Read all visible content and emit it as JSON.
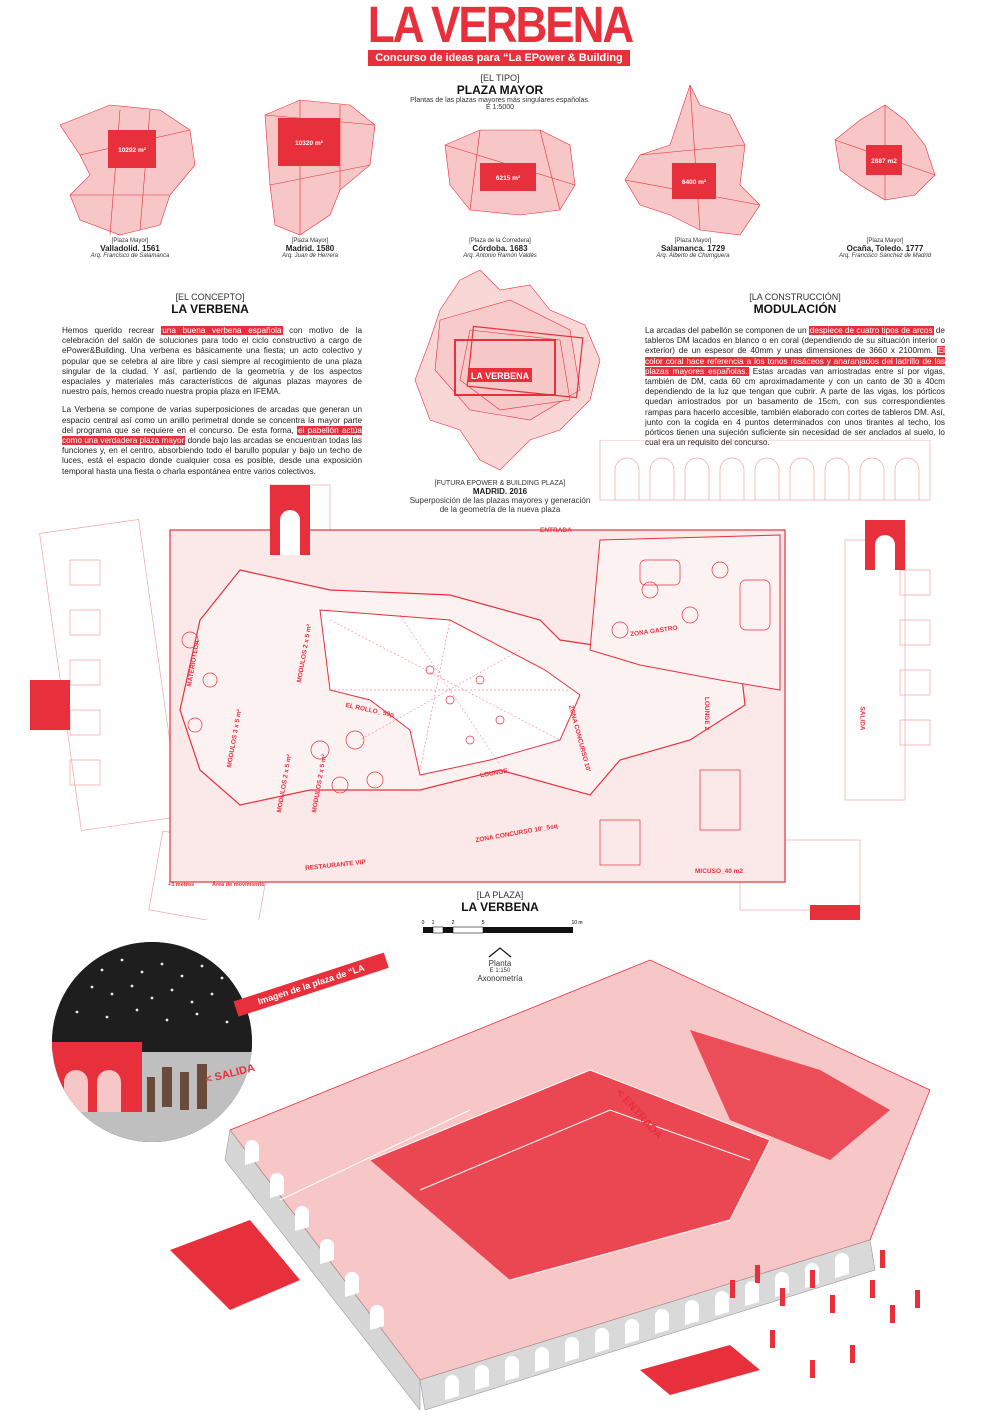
{
  "header": {
    "title": "LA VERBENA",
    "subtitle": "Concurso de ideas para “La EPower & Building Plaza”. COAM"
  },
  "tipo": {
    "tag": "[EL TIPO]",
    "title": "PLAZA MAYOR",
    "desc": "Plantas de las plazas mayores más singulares españolas.",
    "scale": "E 1:5000"
  },
  "plazas": [
    {
      "area": "10292 m²",
      "tag": "[Plaza Mayor]",
      "name": "Valladolid. 1561",
      "arch": "Arq. Francisco de Salamanca"
    },
    {
      "area": "10320 m²",
      "tag": "[Plaza Mayor]",
      "name": "Madrid. 1580",
      "arch": "Arq. Juan de Herrera"
    },
    {
      "area": "6215 m²",
      "tag": "[Plaza de la Corredera]",
      "name": "Córdoba. 1683",
      "arch": "Arq. Antonio Ramón Valdés"
    },
    {
      "area": "6400 m²",
      "tag": "[Plaza Mayor]",
      "name": "Salamanca. 1729",
      "arch": "Arq. Alberto de Churriguera"
    },
    {
      "area": "2887 m2",
      "tag": "[Plaza Mayor]",
      "name": "Ocaña, Toledo. 1777",
      "arch": "Arq. Francisco Sánchez de Madrid"
    }
  ],
  "concepto": {
    "tag": "[EL CONCEPTO]",
    "title": "LA VERBENA",
    "p1_a": "Hemos querido recrear ",
    "p1_hl": "una buena verbena española",
    "p1_b": " con motivo de la celebración del salón de soluciones para todo el ciclo constructivo a cargo de ePower&Building. Una verbena es básicamente una fiesta; un acto colectivo y popular que se celebra al aire libre y casi siempre al recogimiento de una plaza singular de la ciudad. Y así, partiendo de la geometría y de los aspectos espaciales y materiales más característicos de algunas plazas mayores de nuestro país, hemos creado nuestra propia plaza en IFEMA.",
    "p2_a": "La Verbena se compone de varias superposiciones de arcadas que generan un espacio central así como un anillo perimetral donde se concentra la mayor parte del programa que se requiere en el concurso. De esta forma, ",
    "p2_hl": "el pabellón actúa como una verdadera plaza mayor",
    "p2_b": " donde bajo las arcadas se encuentran todas las funciones y, en el centro, absorbiendo todo el barullo popular y bajo un techo de luces, está el espacio donde cualquier cosa es posible, desde una exposición temporal hasta una fiesta o charla espontánea entre varios colectivos."
  },
  "construccion": {
    "tag": "[LA CONSTRUCCIÓN]",
    "title": "MODULACIÓN",
    "p_a": "La arcadas del pabellón se componen de un ",
    "p_hl1": "despiece de cuatro tipos de arcos",
    "p_b": " de tableros DM lacados en blanco o en coral (dependiendo de su situación interior o exterior) de un espesor de 40mm y unas dimensiones de 3660 x 2100mm. ",
    "p_hl2": "El color coral hace referencia a los tonos rosáceos y anaranjados del ladrillo de las plazas mayores españolas.",
    "p_c": " Estas arcadas van arriostradas entre sí por vigas, también de DM, cada 60 cm aproximadamente y con un canto de 30 a 40cm dependiendo de la luz que tengan que cubrir. A parte de las vigas, los pórticos quedan arriostrados por un basamento de 15cm, con sus correspondientes rampas para hacerlo accesible, también elaborado con cortes de tableros DM. Así, junto con la cogida en 4 puntos determinados con unos tirantes al techo, los pórticos tienen una sujeción suficiente sin necesidad de ser anclados al suelo, lo cual era un requisito del concurso."
  },
  "superposicion": {
    "label": "LA VERBENA",
    "tag": "[FUTURA EPOWER & BUILDING PLAZA]",
    "title": "MADRID. 2016",
    "desc1": "Superposición de las plazas mayores y generación",
    "desc2": "de la geometría de la nueva plaza"
  },
  "plan": {
    "labels": {
      "entrada": "ENTRADA",
      "salida": "SALIDA",
      "zona_gastro": "ZONA GASTRO",
      "lounge": "LOUNGE",
      "lounge2": "LOUNGE 2",
      "el_rollo": "EL ROLLO_ 50p",
      "zona_concurso": "ZONA CONCURSO 10'",
      "zona_concurso2": "ZONA CONCURSO 10'_5sq",
      "restaurante": "RESTAURANTE VIP",
      "micuso": "MICUSO_40 m2",
      "materioteca": "MATERIOTECA",
      "modulos1": "MODULOS 3 x 5 m²",
      "modulos2": "MODULOS 2 x 5 m²",
      "modulos3": "MODULOS 2 x 5 m²",
      "modulos4": "MODULOS 2 x 5 m²",
      "metros": "+3 metros",
      "movimiento": "Área de movimiento"
    }
  },
  "plaza": {
    "tag": "[LA PLAZA]",
    "title": "LA VERBENA",
    "scale_ticks": [
      "0",
      "1",
      "2",
      "5",
      "10 m"
    ],
    "planta": "Planta",
    "planta_scale": "E 1:150",
    "axonometria": "Axonometría"
  },
  "photo": {
    "caption": "Imagen de la plaza de “LA VERBENA”"
  },
  "axo": {
    "salida": "< SALIDA",
    "entrada": "< ENTRADA"
  },
  "colors": {
    "accent": "#e8303d",
    "pink": "#f7c6c6",
    "pink_light": "#fbe0e0"
  }
}
